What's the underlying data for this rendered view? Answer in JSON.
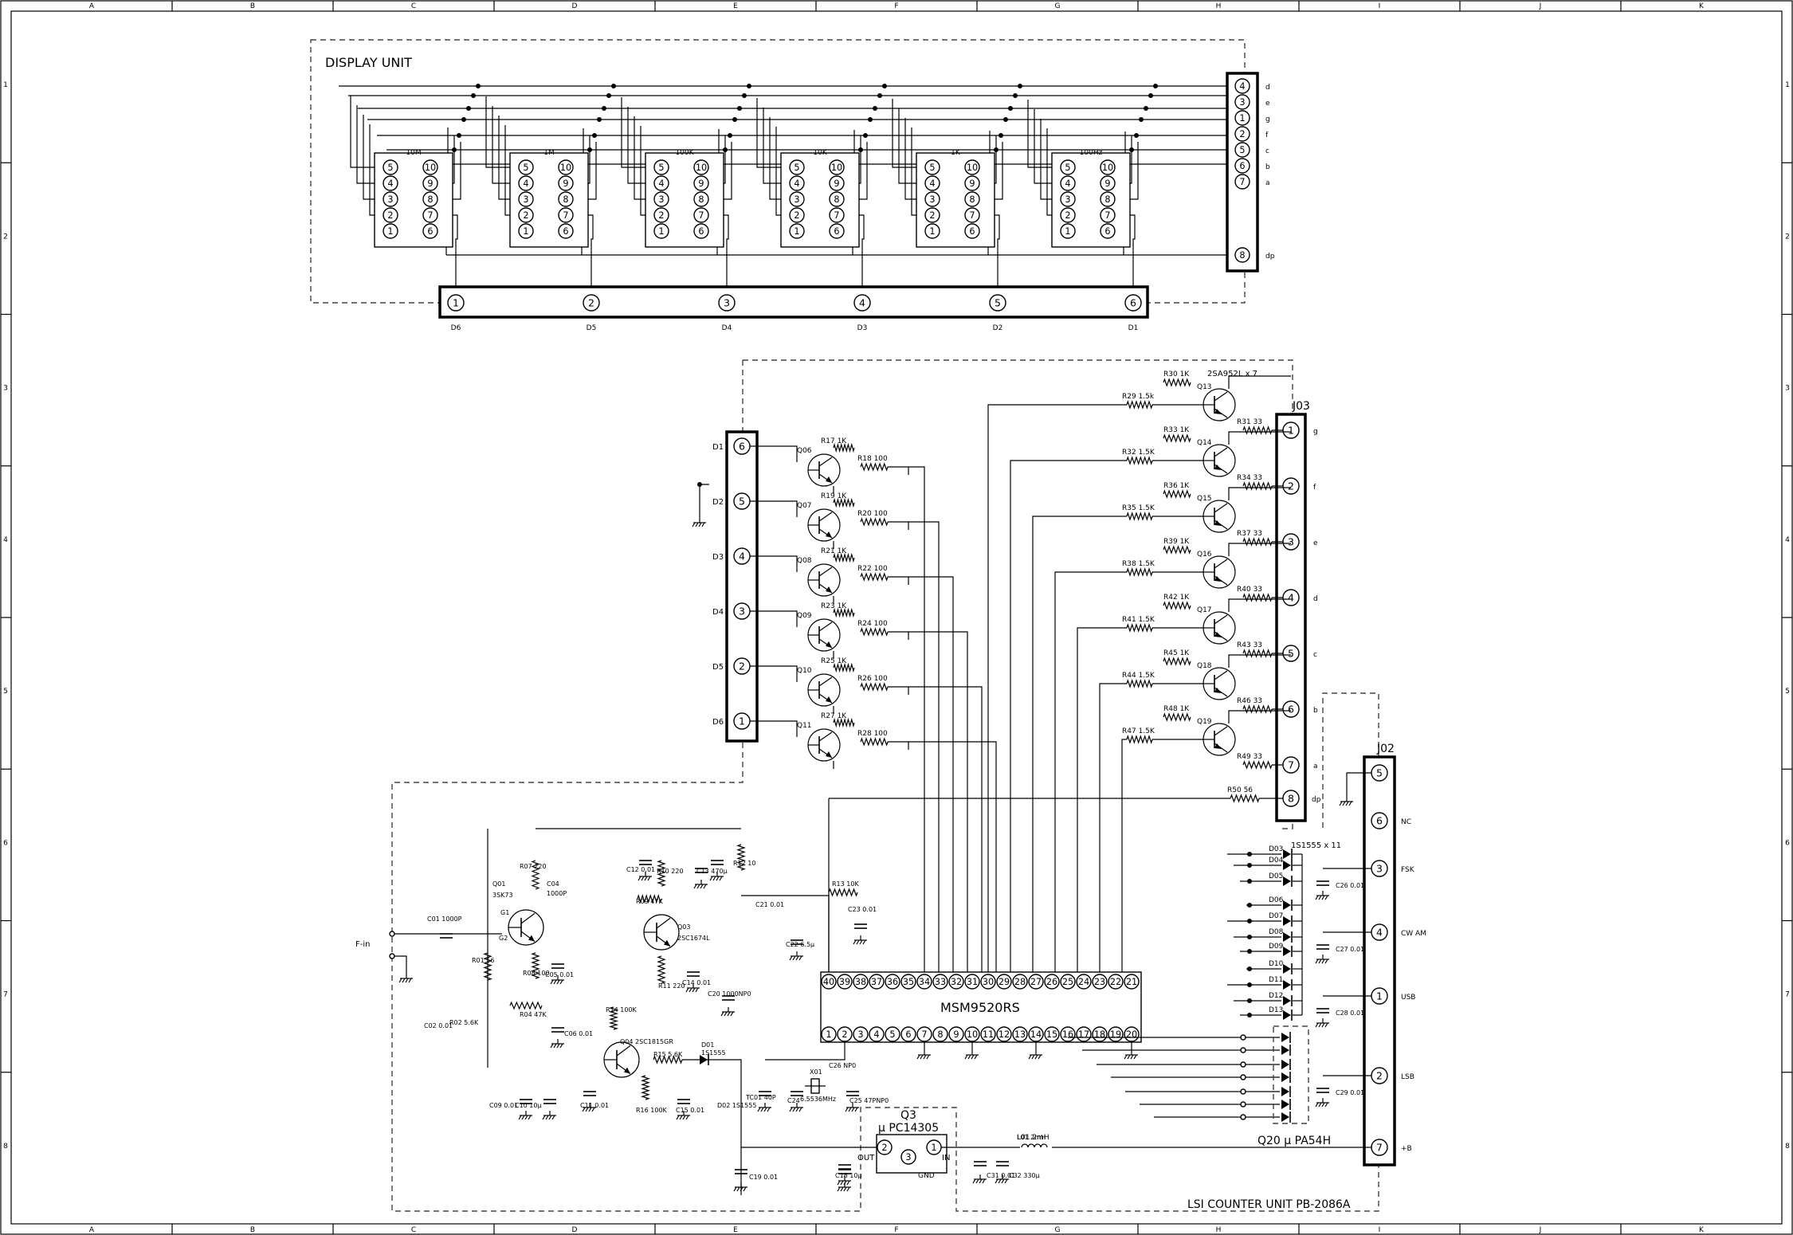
{
  "frame": {
    "columns": [
      "A",
      "B",
      "C",
      "D",
      "E",
      "F",
      "G",
      "H",
      "I",
      "J",
      "K"
    ],
    "rows": [
      "1",
      "2",
      "3",
      "4",
      "5",
      "6",
      "7",
      "8"
    ]
  },
  "display_unit": {
    "title": "DISPLAY UNIT",
    "digits": [
      "10M",
      "1M",
      "100K",
      "10K",
      "1K",
      "100Hz"
    ],
    "left_pins": [
      "5",
      "4",
      "3",
      "2",
      "1"
    ],
    "right_pins": [
      "10",
      "9",
      "8",
      "7",
      "6"
    ],
    "segment_connector": [
      {
        "pin": "4",
        "seg": "d"
      },
      {
        "pin": "3",
        "seg": "e"
      },
      {
        "pin": "1",
        "seg": "g"
      },
      {
        "pin": "2",
        "seg": "f"
      },
      {
        "pin": "5",
        "seg": "c"
      },
      {
        "pin": "6",
        "seg": "b"
      },
      {
        "pin": "7",
        "seg": "a"
      },
      {
        "pin": "8",
        "seg": "dp"
      }
    ],
    "digit_connector": [
      {
        "pin": "1",
        "label": "D6"
      },
      {
        "pin": "2",
        "label": "D5"
      },
      {
        "pin": "3",
        "label": "D4"
      },
      {
        "pin": "4",
        "label": "D3"
      },
      {
        "pin": "5",
        "label": "D2"
      },
      {
        "pin": "6",
        "label": "D1"
      }
    ]
  },
  "digit_driver": {
    "connector": [
      {
        "pin": "6",
        "label": "D1"
      },
      {
        "pin": "5",
        "label": "D2"
      },
      {
        "pin": "4",
        "label": "D3"
      },
      {
        "pin": "3",
        "label": "D4"
      },
      {
        "pin": "2",
        "label": "D5"
      },
      {
        "pin": "1",
        "label": "D6"
      }
    ],
    "transistors": [
      {
        "q": "Q06",
        "rb": "R17  1K",
        "rc": "R18  100"
      },
      {
        "q": "Q07",
        "rb": "R19  1K",
        "rc": "R20  100"
      },
      {
        "q": "Q08",
        "rb": "R21  1K",
        "rc": "R22  100"
      },
      {
        "q": "Q09",
        "rb": "R23  1K",
        "rc": "R24  100"
      },
      {
        "q": "Q10",
        "rb": "R25  1K",
        "rc": "R26  100"
      },
      {
        "q": "Q11",
        "rb": "R27  1K",
        "rc": "R28  100"
      }
    ]
  },
  "segment_driver": {
    "transistor_type": "2SA952L x 7",
    "connector_name": "J03",
    "rows": [
      {
        "q": "Q13",
        "rt": "R30  1K",
        "rl": "R29 1.5k",
        "ro": "R31  33",
        "pin": "1",
        "seg": "g"
      },
      {
        "q": "Q14",
        "rt": "R33  1K",
        "rl": "R32 1.5K",
        "ro": "R34  33",
        "pin": "2",
        "seg": "f"
      },
      {
        "q": "Q15",
        "rt": "R36  1K",
        "rl": "R35 1.5K",
        "ro": "R37 33",
        "pin": "3",
        "seg": "e"
      },
      {
        "q": "Q16",
        "rt": "R39  1K",
        "rl": "R38 1.5K",
        "ro": "R40 33",
        "pin": "4",
        "seg": "d"
      },
      {
        "q": "Q17",
        "rt": "R42 1K",
        "rl": "R41 1.5K",
        "ro": "R43 33",
        "pin": "5",
        "seg": "c"
      },
      {
        "q": "Q18",
        "rt": "R45  1K",
        "rl": "R44 1.5K",
        "ro": "R46  33",
        "pin": "6",
        "seg": "b"
      },
      {
        "q": "Q19",
        "rt": "R48  1K",
        "rl": "R47 1.5K",
        "ro": "R49 33",
        "pin": "7",
        "seg": "a"
      }
    ],
    "dp": {
      "r": "R50  56",
      "pin": "8",
      "seg": "dp"
    }
  },
  "j02": {
    "name": "J02",
    "pins": [
      {
        "pin": "5",
        "label": ""
      },
      {
        "pin": "6",
        "label": "NC"
      },
      {
        "pin": "3",
        "label": "FSK"
      },
      {
        "pin": "4",
        "label": "CW AM"
      },
      {
        "pin": "1",
        "label": "USB"
      },
      {
        "pin": "2",
        "label": "LSB"
      },
      {
        "pin": "7",
        "label": "+B"
      }
    ]
  },
  "lsi": {
    "name": "MSM9520RS",
    "top_pins": [
      "40",
      "39",
      "38",
      "37",
      "36",
      "35",
      "34",
      "33",
      "32",
      "31",
      "30",
      "29",
      "28",
      "27",
      "26",
      "25",
      "24",
      "23",
      "22",
      "21"
    ],
    "bottom_pins": [
      "1",
      "2",
      "3",
      "4",
      "5",
      "6",
      "7",
      "8",
      "9",
      "10",
      "11",
      "12",
      "13",
      "14",
      "15",
      "16",
      "17",
      "18",
      "19",
      "20"
    ]
  },
  "diodes": {
    "title": "1S1555 x 11",
    "labels": [
      "D03",
      "D04",
      "D05",
      "D06",
      "D07",
      "D08",
      "D09",
      "D10",
      "D11",
      "D12",
      "D13"
    ],
    "array": "Q20 μ PA54H"
  },
  "regulator": {
    "name": "Q3",
    "part": "μ PC14305",
    "pin_out": "OUT",
    "pin_in": "IN",
    "pin_gnd": "GND"
  },
  "input_section": {
    "fin": "F-in",
    "labels": [
      "Q01",
      "3SK73",
      "G1",
      "G2",
      "C01  1000P",
      "R07  220",
      "C04",
      "1000P",
      "R01  56",
      "R08  100",
      "C05  0.01",
      "R04  47K",
      "C02  0.01",
      "R02  5.6K",
      "C09  0.01",
      "C10 10μ",
      "C06  0.01",
      "R14 100K",
      "Q04 2SC1815GR",
      "C11 0.01",
      "R16  100K",
      "C15  0.01",
      "R15  5.6K",
      "D01",
      "1S1555",
      "D02  1S1555",
      "C12  0.01",
      "R10  220",
      "R09 47K",
      "Q03",
      "2SC1674L",
      "R11  220",
      "C14 0.01",
      "C13  470μ",
      "R12  10",
      "C20  1000NP0",
      "C21 0.01",
      "C22  6.5μ",
      "R13  10K",
      "C23  0.01",
      "TC01  40P",
      "C24",
      "C25  47PNP0",
      "X01",
      "6.5536MHz",
      "C26  NP0",
      "C19  0.01",
      "C18  10μ",
      "C31  0.01",
      "C32  330μ",
      "L01  2mH"
    ],
    "bypass": [
      "C26  0.01",
      "C27  0.01",
      "C28  0.01",
      "C29  0.01"
    ]
  },
  "footer": "LSI COUNTER UNIT  PB-2086A"
}
